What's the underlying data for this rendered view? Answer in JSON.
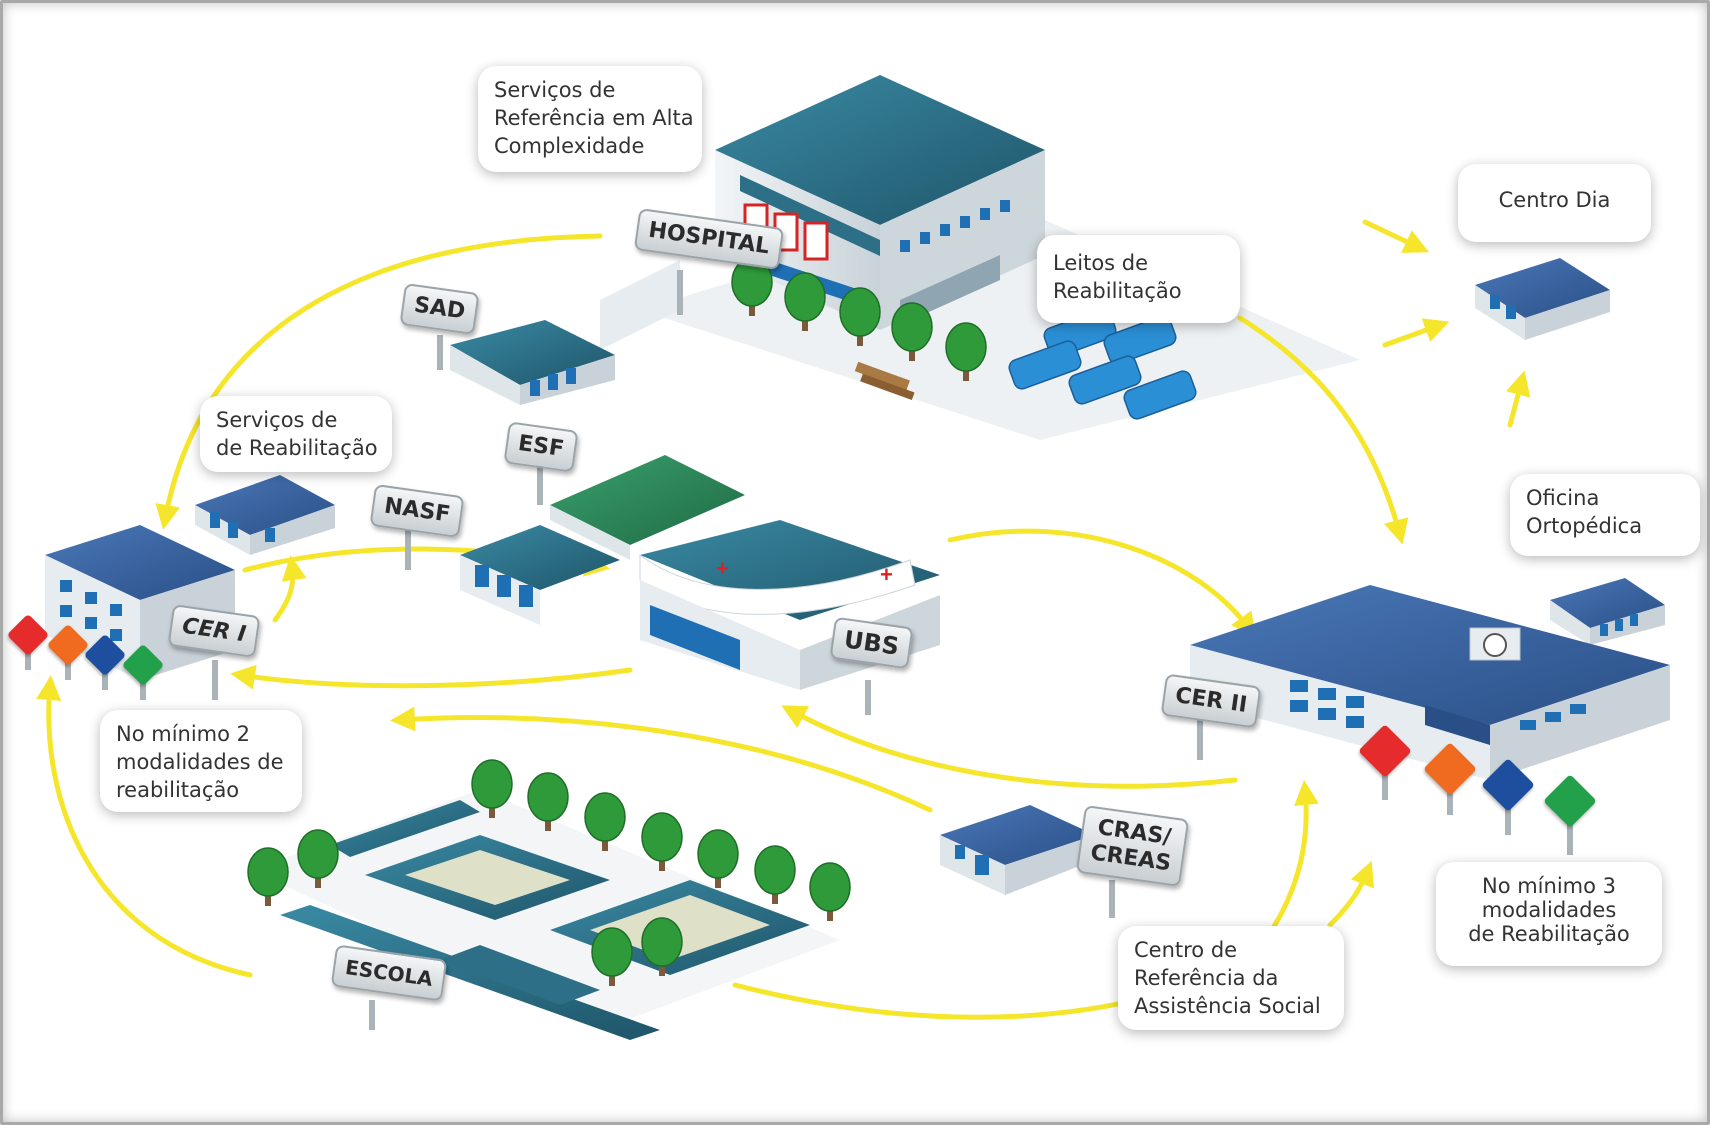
{
  "colors": {
    "arrow": "#f5e62c",
    "roof": "#2d6f86",
    "roof_green": "#2f8a5e",
    "wall": "#e6ecef",
    "window": "#1f6fb5",
    "tree": "#2e9a3a",
    "car": "#2b8fd6",
    "frame": "#a9a9a9",
    "mod_red": "#e52b2b",
    "mod_orange": "#f06a1f",
    "mod_blue": "#1d4f9e",
    "mod_green": "#22a04a"
  },
  "callouts": {
    "hospital_services": [
      "Serviços de",
      "Referência em Alta",
      "Complexidade"
    ],
    "beds": [
      "Leitos de",
      "Reabilitação"
    ],
    "day_center": [
      "Centro Dia"
    ],
    "rehab_services": [
      "Serviços de",
      "de Reabilitação"
    ],
    "orthopedic": [
      "Oficina",
      "Ortopédica"
    ],
    "min2": [
      "No mínimo 2",
      "modalidades de",
      "reabilitação"
    ],
    "min3": [
      "No mínimo 3",
      "modalidades",
      "de Reabilitação"
    ],
    "social": [
      "Centro de",
      "Referência da",
      "Assistência Social"
    ]
  },
  "signs": {
    "hospital": [
      "HOSPITAL"
    ],
    "sad": [
      "SAD"
    ],
    "esf": [
      "ESF"
    ],
    "nasf": [
      "NASF"
    ],
    "cer1": [
      "CER I"
    ],
    "ubs": [
      "UBS"
    ],
    "cer2": [
      "CER II"
    ],
    "cras": [
      "CRAS/",
      "CREAS"
    ],
    "escola": [
      "ESCOLA"
    ]
  },
  "modality_icons": [
    "hearing-icon",
    "intellectual-icon",
    "wheelchair-icon",
    "visual-icon"
  ]
}
